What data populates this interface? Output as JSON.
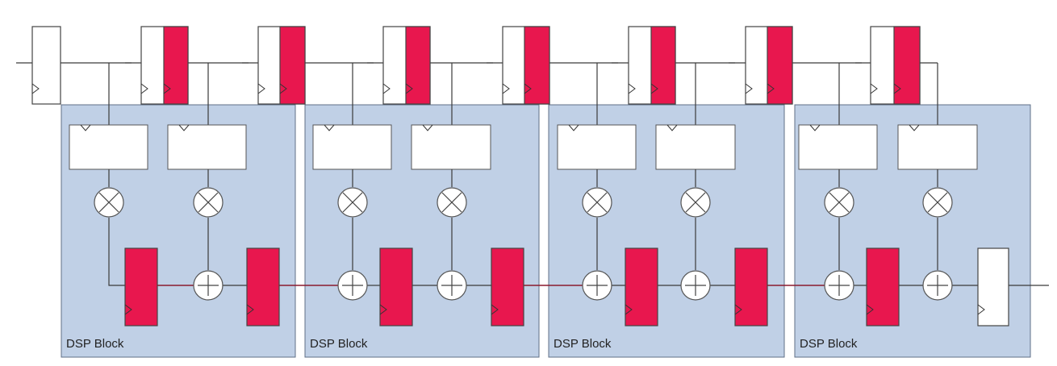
{
  "blocks": [
    {
      "label": "DSP Block"
    },
    {
      "label": "DSP Block"
    },
    {
      "label": "DSP Block"
    },
    {
      "label": "DSP Block"
    }
  ],
  "colors": {
    "block_fill": "#c0d0e6",
    "register_red": "#e8174e",
    "cascade_wire": "#8b1a2e"
  }
}
